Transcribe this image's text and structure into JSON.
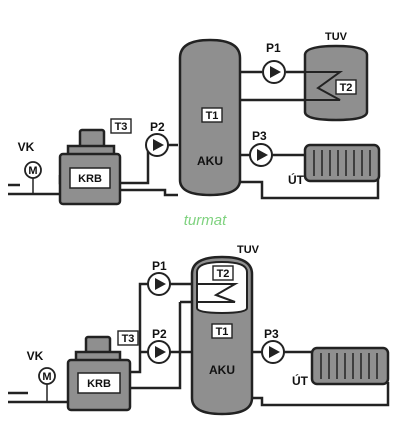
{
  "colors": {
    "component_fill": "#8f8f8f",
    "line": "#222222",
    "watermark": "#7fd27f"
  },
  "watermark": "turmat",
  "diagram_top": {
    "labels": {
      "p1": "P1",
      "p2": "P2",
      "p3": "P3",
      "tuv": "TUV",
      "t2": "T2",
      "t1": "T1",
      "t3": "T3",
      "vk": "VK",
      "m": "M",
      "krb": "KRB",
      "aku": "AKU",
      "ut": "ÚT"
    }
  },
  "diagram_bottom": {
    "labels": {
      "p1": "P1",
      "p2": "P2",
      "p3": "P3",
      "tuv": "TUV",
      "t2": "T2",
      "t1": "T1",
      "t3": "T3",
      "vk": "VK",
      "m": "M",
      "krb": "KRB",
      "aku": "AKU",
      "ut": "ÚT"
    }
  }
}
